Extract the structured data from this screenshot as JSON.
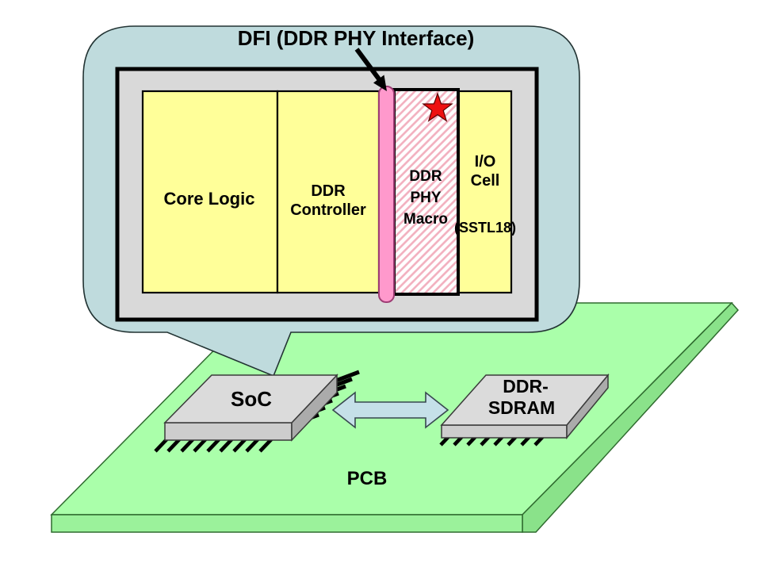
{
  "title": "DFI (DDR PHY Interface)",
  "die": {
    "core_logic": "Core Logic",
    "ddr_controller": {
      "line1": "DDR",
      "line2": "Controller"
    },
    "ddr_phy_macro": {
      "line1": "DDR",
      "line2": "PHY",
      "line3": "Macro"
    },
    "io_cell": {
      "line1": "I/O",
      "line2": "Cell",
      "standard": "(SSTL18)"
    }
  },
  "board": {
    "soc": "SoC",
    "dram": {
      "line1": "DDR-",
      "line2": "SDRAM"
    },
    "pcb": "PCB"
  },
  "colors": {
    "bubble": "#BFDBDD",
    "die_bg": "#D9D9D9",
    "block_yellow": "#FFFF99",
    "dfi_pink": "#FF99CC",
    "hatch_stripe": "#F2AFBE",
    "star_red": "#EE1111",
    "pcb_top": "#AAFFAA",
    "pcb_front": "#9BF29B",
    "pcb_side": "#8AE28A",
    "chip_top": "#DBDBDB",
    "chip_front": "#CDCDCD",
    "chip_side": "#ABABAB",
    "bus_arrow": "#C5E0E8"
  }
}
